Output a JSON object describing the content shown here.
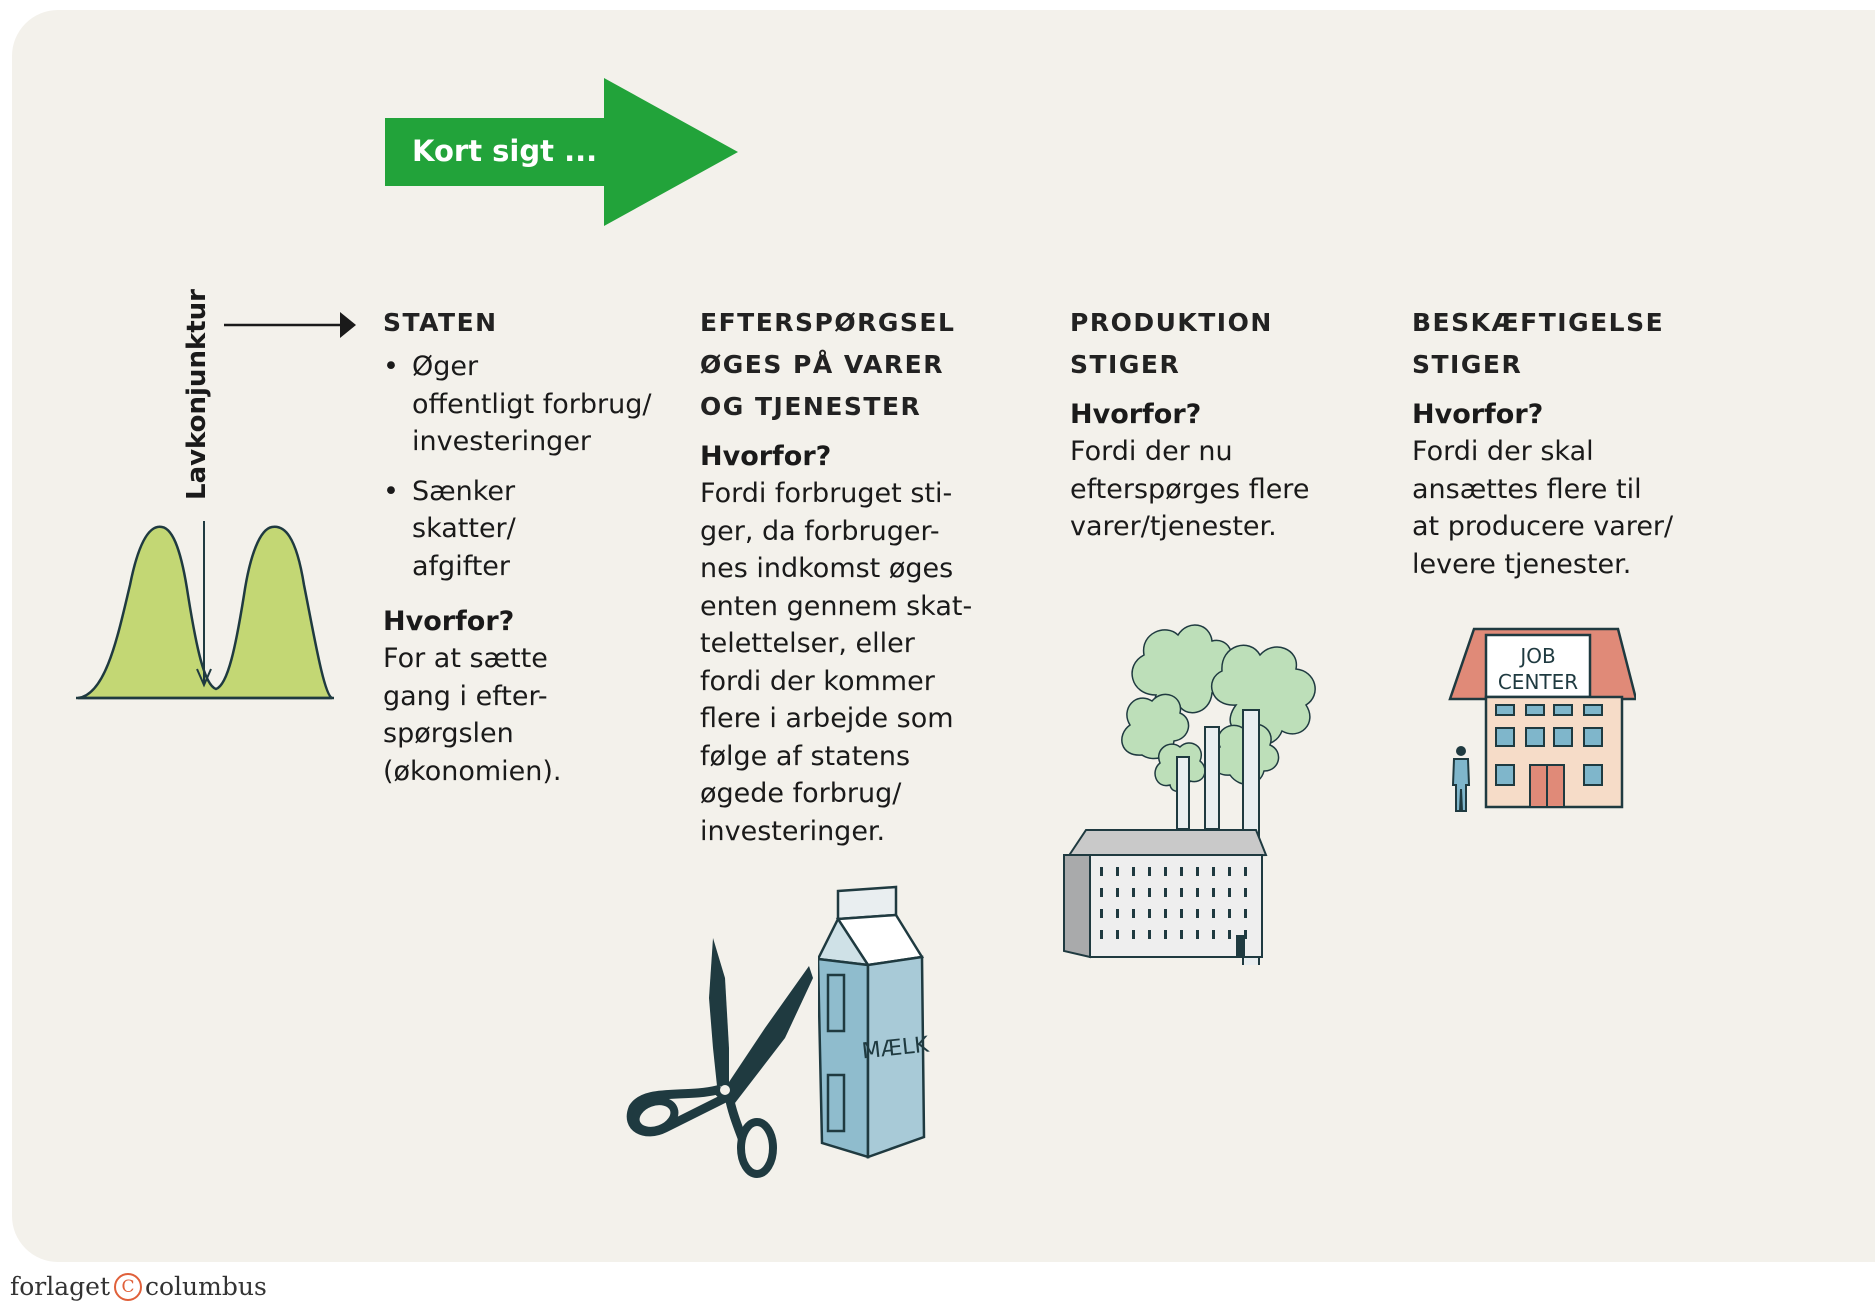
{
  "arrow": {
    "label": "Kort sigt ..."
  },
  "vertical_label": "Lavkonjunktur",
  "columns": [
    {
      "heading": [
        "STATEN"
      ],
      "bullets": [
        [
          "Øger",
          "offentligt forbrug/",
          "investeringer"
        ],
        [
          "Sænker",
          "skatter/",
          "afgifter"
        ]
      ],
      "why": "Hvorfor?",
      "body": [
        "For at sætte",
        "gang i efter-",
        "spørgslen",
        "(økonomien)."
      ]
    },
    {
      "heading": [
        "EFTERSPØRGSEL",
        "ØGES PÅ VARER",
        "OG TJENESTER"
      ],
      "why": "Hvorfor?",
      "body": [
        "Fordi forbruget sti-",
        "ger, da forbruger-",
        "nes indkomst øges",
        "enten gennem skat-",
        "telettelser, eller",
        "fordi der kommer",
        "flere i arbejde som",
        "følge af statens",
        "øgede forbrug/",
        "investeringer."
      ]
    },
    {
      "heading": [
        "PRODUKTION",
        "STIGER"
      ],
      "why": "Hvorfor?",
      "body": [
        "Fordi der nu",
        "efterspørges flere",
        "varer/tjenester."
      ]
    },
    {
      "heading": [
        "BESKÆFTIGELSE",
        "STIGER"
      ],
      "why": "Hvorfor?",
      "body": [
        "Fordi der skal",
        "ansættes flere til",
        "at producere varer/",
        "levere tjenester."
      ]
    }
  ],
  "illustrations": {
    "milk_label": "MÆLK",
    "job_center_line1": "JOB",
    "job_center_line2": "CENTER"
  },
  "footer": {
    "left": "forlaget",
    "symbol": "C",
    "right": "columbus"
  },
  "colors": {
    "accent_green": "#22a33a",
    "wave_fill": "#c3d774",
    "smoke": "#bddfb9",
    "roof": "#e08a78",
    "window_blue": "#7fb6cb"
  }
}
